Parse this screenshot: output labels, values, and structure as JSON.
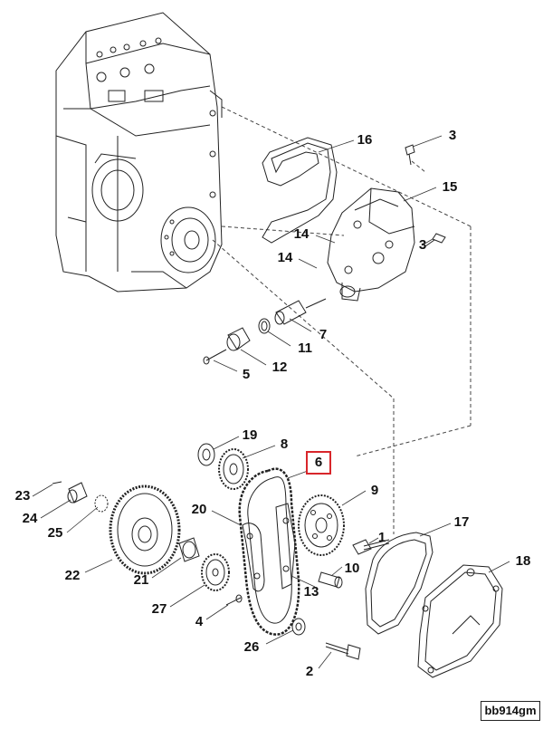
{
  "callouts": [
    {
      "id": "1",
      "text": "1"
    },
    {
      "id": "2",
      "text": "2"
    },
    {
      "id": "3a",
      "text": "3"
    },
    {
      "id": "3b",
      "text": "3"
    },
    {
      "id": "4",
      "text": "4"
    },
    {
      "id": "5",
      "text": "5"
    },
    {
      "id": "6",
      "text": "6",
      "highlighted": true
    },
    {
      "id": "7",
      "text": "7"
    },
    {
      "id": "8",
      "text": "8"
    },
    {
      "id": "9",
      "text": "9"
    },
    {
      "id": "10",
      "text": "10"
    },
    {
      "id": "11",
      "text": "11"
    },
    {
      "id": "12",
      "text": "12"
    },
    {
      "id": "13",
      "text": "13"
    },
    {
      "id": "14a",
      "text": "14"
    },
    {
      "id": "14b",
      "text": "14"
    },
    {
      "id": "15",
      "text": "15"
    },
    {
      "id": "16",
      "text": "16"
    },
    {
      "id": "17",
      "text": "17"
    },
    {
      "id": "18",
      "text": "18"
    },
    {
      "id": "19",
      "text": "19"
    },
    {
      "id": "20",
      "text": "20"
    },
    {
      "id": "21",
      "text": "21"
    },
    {
      "id": "22",
      "text": "22"
    },
    {
      "id": "23",
      "text": "23"
    },
    {
      "id": "24",
      "text": "24"
    },
    {
      "id": "25",
      "text": "25"
    },
    {
      "id": "26",
      "text": "26"
    },
    {
      "id": "27",
      "text": "27"
    }
  ],
  "drawing_code": "bb914gm",
  "highlight_color": "#d8262b"
}
